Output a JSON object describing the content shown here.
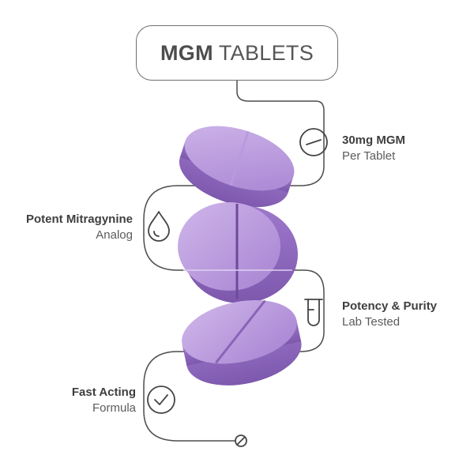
{
  "title": {
    "bold": "MGM",
    "rest": "TABLETS"
  },
  "features": [
    {
      "line1": "30mg MGM",
      "line2": "Per Tablet",
      "icon": "circle-slash-icon",
      "side": "right"
    },
    {
      "line1": "Potent Mitragynine",
      "line2": "Analog",
      "icon": "water-drop-icon",
      "side": "left"
    },
    {
      "line1": "Potency & Purity",
      "line2": "Lab Tested",
      "icon": "test-tube-icon",
      "side": "right"
    },
    {
      "line1": "Fast Acting",
      "line2": "Formula",
      "icon": "check-circle-icon",
      "side": "left"
    }
  ],
  "colors": {
    "tablet_light": "#c9aee6",
    "tablet_mid": "#ad8ad6",
    "tablet_dark": "#8f6ac0",
    "line": "#4d4d4d"
  }
}
